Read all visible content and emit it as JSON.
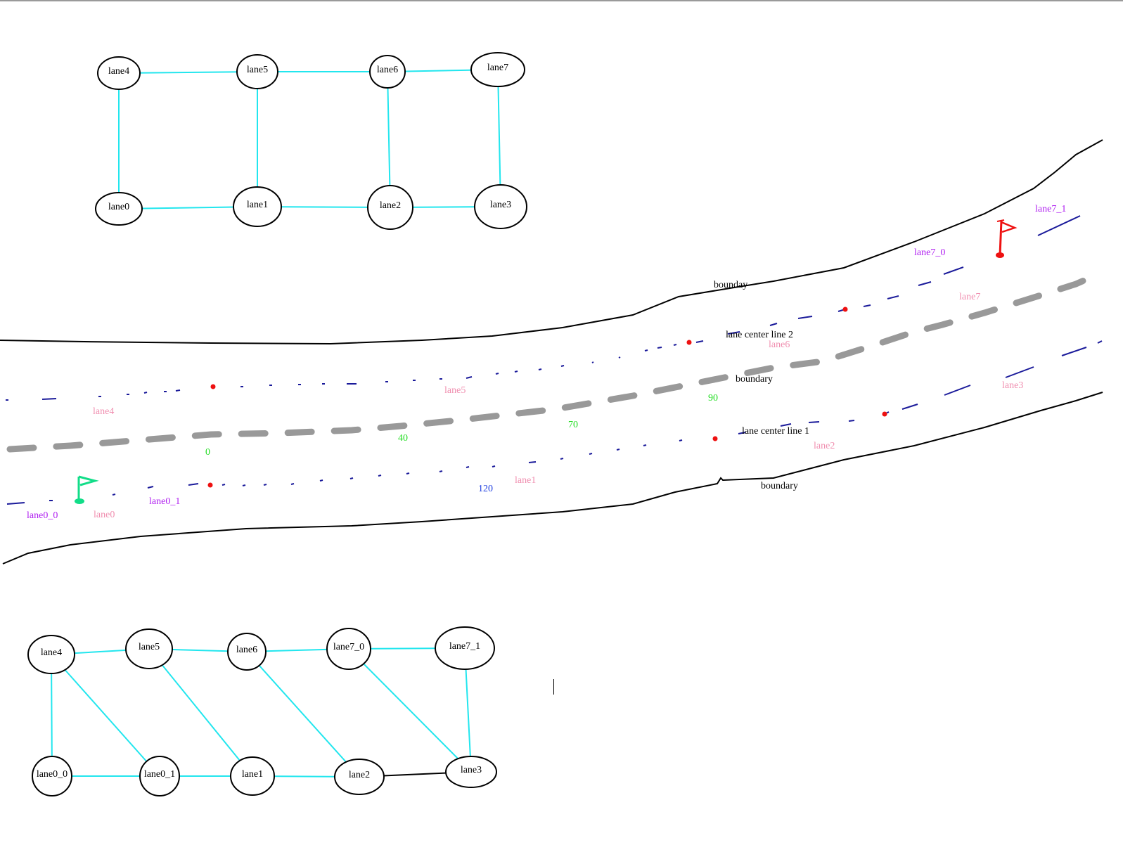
{
  "colors": {
    "edge": "#22e6ee",
    "node_stroke": "#000000",
    "boundary": "#000000",
    "divider": "#999999",
    "dash": "#1a1a9a",
    "lane_label": "#f08fb0",
    "segment_label": "#b020f0",
    "station": "#22dd22",
    "station_blue": "#2040e0",
    "marker": "#ee1111",
    "start_flag": "#11dd88",
    "goal_flag": "#ee1111"
  },
  "graph_top": {
    "nodes": [
      {
        "id": "lane4",
        "label": "lane4"
      },
      {
        "id": "lane5",
        "label": "lane5"
      },
      {
        "id": "lane6",
        "label": "lane6"
      },
      {
        "id": "lane7",
        "label": "lane7"
      },
      {
        "id": "lane0",
        "label": "lane0"
      },
      {
        "id": "lane1",
        "label": "lane1"
      },
      {
        "id": "lane2",
        "label": "lane2"
      },
      {
        "id": "lane3",
        "label": "lane3"
      }
    ],
    "edges": [
      [
        "lane4",
        "lane5"
      ],
      [
        "lane5",
        "lane6"
      ],
      [
        "lane6",
        "lane7"
      ],
      [
        "lane0",
        "lane1"
      ],
      [
        "lane1",
        "lane2"
      ],
      [
        "lane2",
        "lane3"
      ],
      [
        "lane4",
        "lane0"
      ],
      [
        "lane5",
        "lane1"
      ],
      [
        "lane6",
        "lane2"
      ],
      [
        "lane7",
        "lane3"
      ]
    ]
  },
  "graph_bottom": {
    "nodes": [
      {
        "id": "lane4",
        "label": "lane4"
      },
      {
        "id": "lane5",
        "label": "lane5"
      },
      {
        "id": "lane6",
        "label": "lane6"
      },
      {
        "id": "lane7_0",
        "label": "lane7_0"
      },
      {
        "id": "lane7_1",
        "label": "lane7_1"
      },
      {
        "id": "lane0_0",
        "label": "lane0_0"
      },
      {
        "id": "lane0_1",
        "label": "lane0_1"
      },
      {
        "id": "lane1",
        "label": "lane1"
      },
      {
        "id": "lane2",
        "label": "lane2"
      },
      {
        "id": "lane3",
        "label": "lane3"
      }
    ],
    "edges": [
      {
        "from": "lane4",
        "to": "lane5",
        "highlight": false
      },
      {
        "from": "lane5",
        "to": "lane6",
        "highlight": false
      },
      {
        "from": "lane6",
        "to": "lane7_0",
        "highlight": false
      },
      {
        "from": "lane7_0",
        "to": "lane7_1",
        "highlight": false
      },
      {
        "from": "lane0_0",
        "to": "lane0_1",
        "highlight": false
      },
      {
        "from": "lane0_1",
        "to": "lane1",
        "highlight": false
      },
      {
        "from": "lane1",
        "to": "lane2",
        "highlight": false
      },
      {
        "from": "lane2",
        "to": "lane3",
        "highlight": true
      },
      {
        "from": "lane4",
        "to": "lane0_0",
        "highlight": false
      },
      {
        "from": "lane7_1",
        "to": "lane3",
        "highlight": false
      },
      {
        "from": "lane4",
        "to": "lane0_1",
        "highlight": false
      },
      {
        "from": "lane5",
        "to": "lane1",
        "highlight": false
      },
      {
        "from": "lane6",
        "to": "lane2",
        "highlight": false
      },
      {
        "from": "lane7_0",
        "to": "lane3",
        "highlight": false
      }
    ]
  },
  "road": {
    "labels": {
      "boundary_top": "bounday",
      "boundary_mid": "boundary",
      "boundary_bottom": "boundary",
      "center_line_2": "lane  center  line  2",
      "center_line_1": "lane  center  line  1",
      "lane0": "lane0",
      "lane1": "lane1",
      "lane2": "lane2",
      "lane3": "lane3",
      "lane4": "lane4",
      "lane5": "lane5",
      "lane6": "lane6",
      "lane7": "lane7",
      "seg_lane0_0": "lane0_0",
      "seg_lane0_1": "lane0_1",
      "seg_lane7_0": "lane7_0",
      "seg_lane7_1": "lane7_1"
    },
    "stations": [
      "0",
      "40",
      "70",
      "90",
      "120"
    ]
  }
}
